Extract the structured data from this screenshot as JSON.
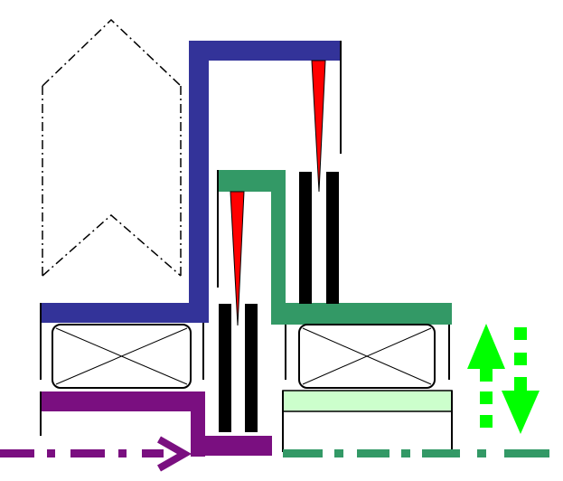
{
  "colors": {
    "background": "#ffffff",
    "upper_shaft": "#333399",
    "lower_shaft": "#7a0f80",
    "planet_carrier": "#339966",
    "bearing_fill_light": "#ccffcc",
    "sealing_tip": "#ff0000",
    "seal_plate": "#000000",
    "arrow_green": "#00ff00",
    "outline": "#000000"
  },
  "icons": {
    "housing_outline": "chevron-house-outline",
    "axis_arrow": "right-arrow",
    "axial_movement": "up-down-arrow"
  }
}
